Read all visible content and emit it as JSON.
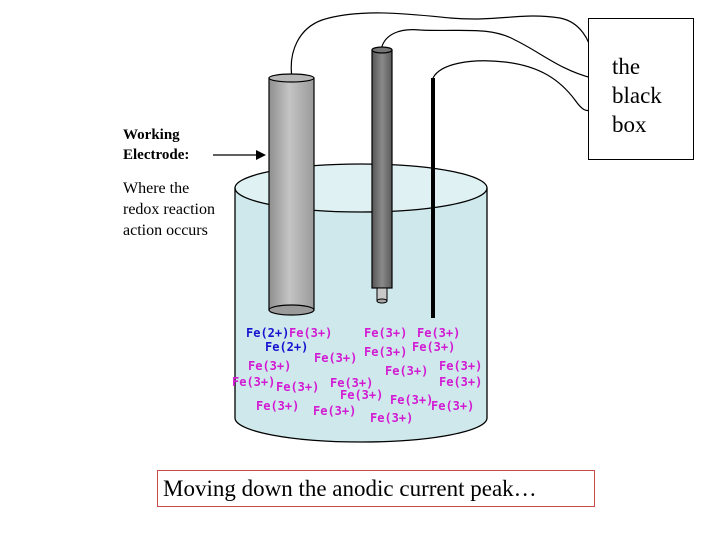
{
  "box": {
    "label": "the\nblack\nbox"
  },
  "working_electrode": {
    "label": "Working\nElectrode:"
  },
  "description": "Where the\nredox reaction\naction occurs",
  "caption": "Moving down the anodic current peak…",
  "colors": {
    "fe2": "#1515d0",
    "fe3": "#d21ad2",
    "solution": "#cfe8ec",
    "caption_border": "#c94a4a"
  },
  "ions": [
    {
      "text": "Fe(2+)",
      "kind": "fe2"
    },
    {
      "text": "Fe(3+)",
      "kind": "fe3"
    },
    {
      "text": "Fe(2+)",
      "kind": "fe2"
    },
    {
      "text": "Fe(3+)",
      "kind": "fe3"
    },
    {
      "text": "Fe(3+)",
      "kind": "fe3"
    },
    {
      "text": "Fe(3+)",
      "kind": "fe3"
    },
    {
      "text": "Fe(3+)",
      "kind": "fe3"
    },
    {
      "text": "Fe(3+)",
      "kind": "fe3"
    },
    {
      "text": "Fe(3+)",
      "kind": "fe3"
    },
    {
      "text": "Fe(3+)",
      "kind": "fe3"
    },
    {
      "text": "Fe(3+)",
      "kind": "fe3"
    },
    {
      "text": "Fe(3+)",
      "kind": "fe3"
    },
    {
      "text": "Fe(3+)",
      "kind": "fe3"
    },
    {
      "text": "Fe(3+)",
      "kind": "fe3"
    },
    {
      "text": "Fe(3+)",
      "kind": "fe3"
    },
    {
      "text": "Fe(3+)",
      "kind": "fe3"
    },
    {
      "text": "Fe(3+)",
      "kind": "fe3"
    },
    {
      "text": "Fe(3+)",
      "kind": "fe3"
    },
    {
      "text": "Fe(3+)",
      "kind": "fe3"
    },
    {
      "text": "Fe(3+)",
      "kind": "fe3"
    },
    {
      "text": "Fe(3+)",
      "kind": "fe3"
    }
  ]
}
